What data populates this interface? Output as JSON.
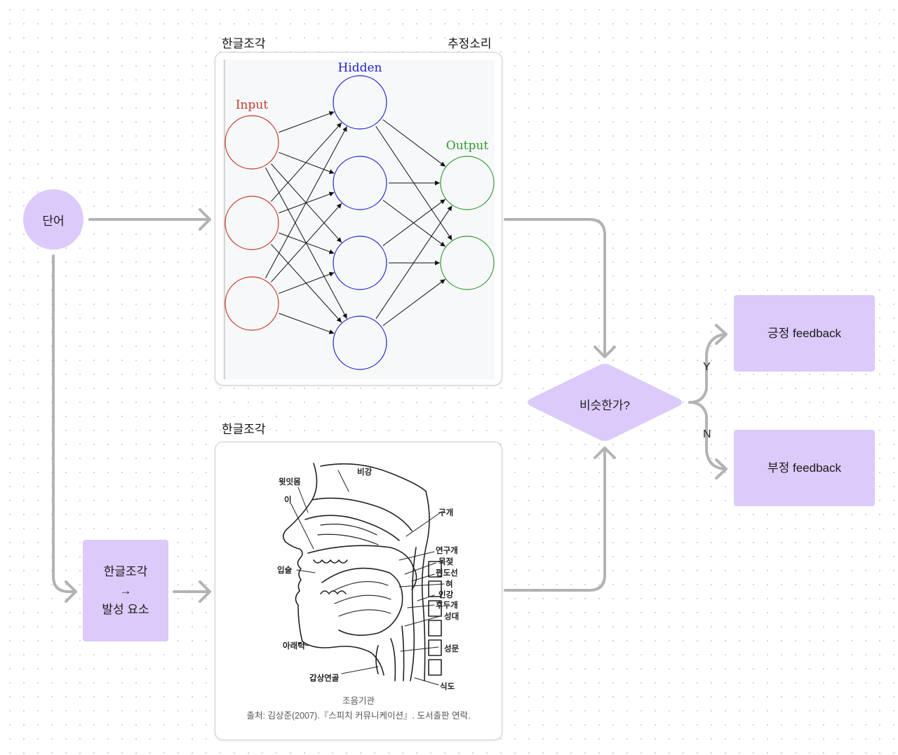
{
  "frames": {
    "nn_title_left": "한글조각",
    "nn_title_right": "추정소리",
    "anatomy_title": "한글조각"
  },
  "nodes": {
    "word": "단어",
    "convert_line1": "한글조각",
    "convert_arrow": "→",
    "convert_line2": "발성 요소",
    "decision": "비슷한가?",
    "positive": "긍정 feedback",
    "negative": "부정 feedback"
  },
  "edge_labels": {
    "yes": "Y",
    "no": "N"
  },
  "neural_network": {
    "input_label": "Input",
    "hidden_label": "Hidden",
    "output_label": "Output",
    "layers": {
      "input": 3,
      "hidden": 4,
      "output": 2
    },
    "colors": {
      "input": "#c0392b",
      "hidden": "#2323c8",
      "output": "#2e9a2e"
    }
  },
  "anatomy": {
    "labels": [
      "비강",
      "윗잇몸",
      "이",
      "구개",
      "연구개",
      "목젖",
      "편도선",
      "입술",
      "혀",
      "인강",
      "후두개",
      "성대",
      "아래턱",
      "성문",
      "갑상연골",
      "식도"
    ],
    "caption_title": "조음기관",
    "caption_source": "출처: 김상준(2007).『스피치 커뮤니케이션』. 도서출판 연락."
  },
  "colors": {
    "node_fill": "#dccafa",
    "connector": "#b3b3b3"
  }
}
